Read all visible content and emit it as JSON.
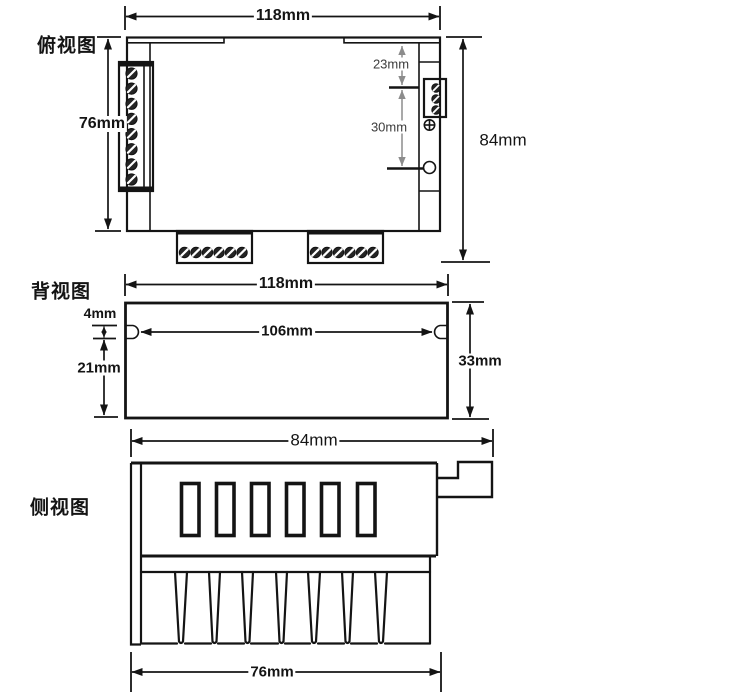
{
  "background_color": "#ffffff",
  "line_color": "#141414",
  "dim_arrow_grey_color": "#8c8c8c",
  "views": {
    "top_view": {
      "label": "俯视图",
      "dim_overall_width": "118mm",
      "dim_body_height": "76mm",
      "dim_connector_top_offset": "23mm",
      "dim_connector_span": "30mm",
      "dim_overall_height": "84mm"
    },
    "back_view": {
      "label": "背视图",
      "dim_overall_width": "118mm",
      "dim_mount_slot_span": "106mm",
      "dim_slot_height": "4mm",
      "dim_lower_height": "21mm",
      "dim_overall_height": "33mm"
    },
    "side_view": {
      "label": "侧视图",
      "dim_overall_width": "84mm",
      "dim_base_width": "76mm"
    }
  }
}
